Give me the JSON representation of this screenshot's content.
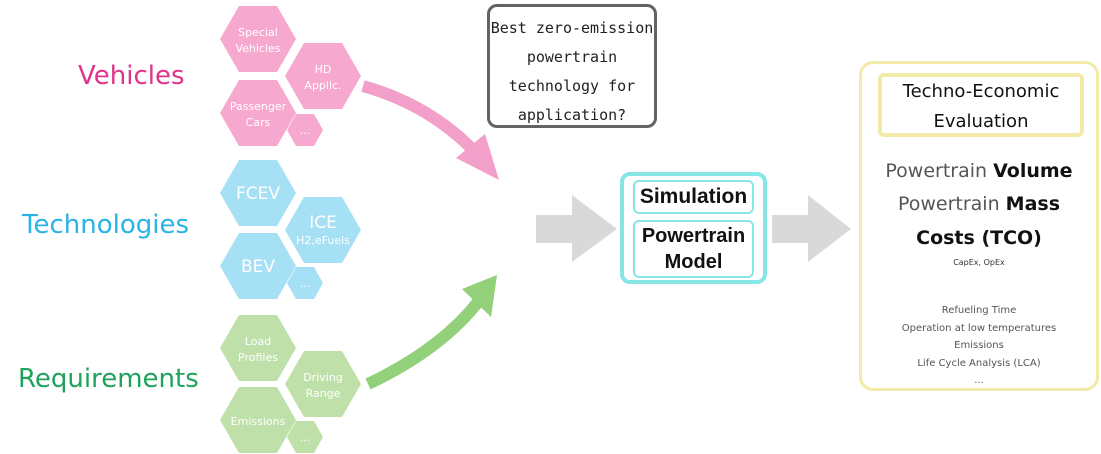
{
  "categories": {
    "vehicles": {
      "label": "Vehicles",
      "color": "#e0338a",
      "hexes": [
        "Special Vehicles",
        "HD Applic.",
        "Passenger Cars",
        "..."
      ],
      "hex_color": "#f7a8cf"
    },
    "technologies": {
      "label": "Technologies",
      "color": "#29b4e6",
      "hexes": [
        "FCEV",
        "ICE",
        "H2,eFuels",
        "BEV",
        "..."
      ],
      "hex_color": "#a6e0f4"
    },
    "requirements": {
      "label": "Requirements",
      "color": "#1fa35c",
      "hexes": [
        "Load Profiles",
        "Driving Range",
        "Emissions",
        "..."
      ],
      "hex_color": "#bfe0a8"
    }
  },
  "question": {
    "lines": [
      "Best zero-emission",
      "powertrain",
      "technology for",
      "application?"
    ]
  },
  "simulation": {
    "label": "Simulation",
    "model_lines": [
      "Powertrain",
      "Model"
    ]
  },
  "evaluation": {
    "title_lines": [
      "Techno-Economic",
      "Evaluation"
    ],
    "metrics": [
      {
        "prefix": "Powertrain ",
        "bold": "Volume"
      },
      {
        "prefix": "Powertrain ",
        "bold": "Mass"
      },
      {
        "prefix": "",
        "bold": "Costs (TCO)"
      }
    ],
    "capex_opex": "CapEx, OpEx",
    "extras": [
      "Refueling Time",
      "Operation at low temperatures",
      "Emissions",
      "Life Cycle Analysis (LCA)",
      "..."
    ]
  },
  "colors": {
    "arrow_pink": "#f29fca",
    "arrow_green": "#93d07a",
    "arrow_gray": "#d9d9d9",
    "box_teal": "#86e6e6",
    "box_yellow": "#f2eaa8",
    "box_gray": "#636363"
  }
}
